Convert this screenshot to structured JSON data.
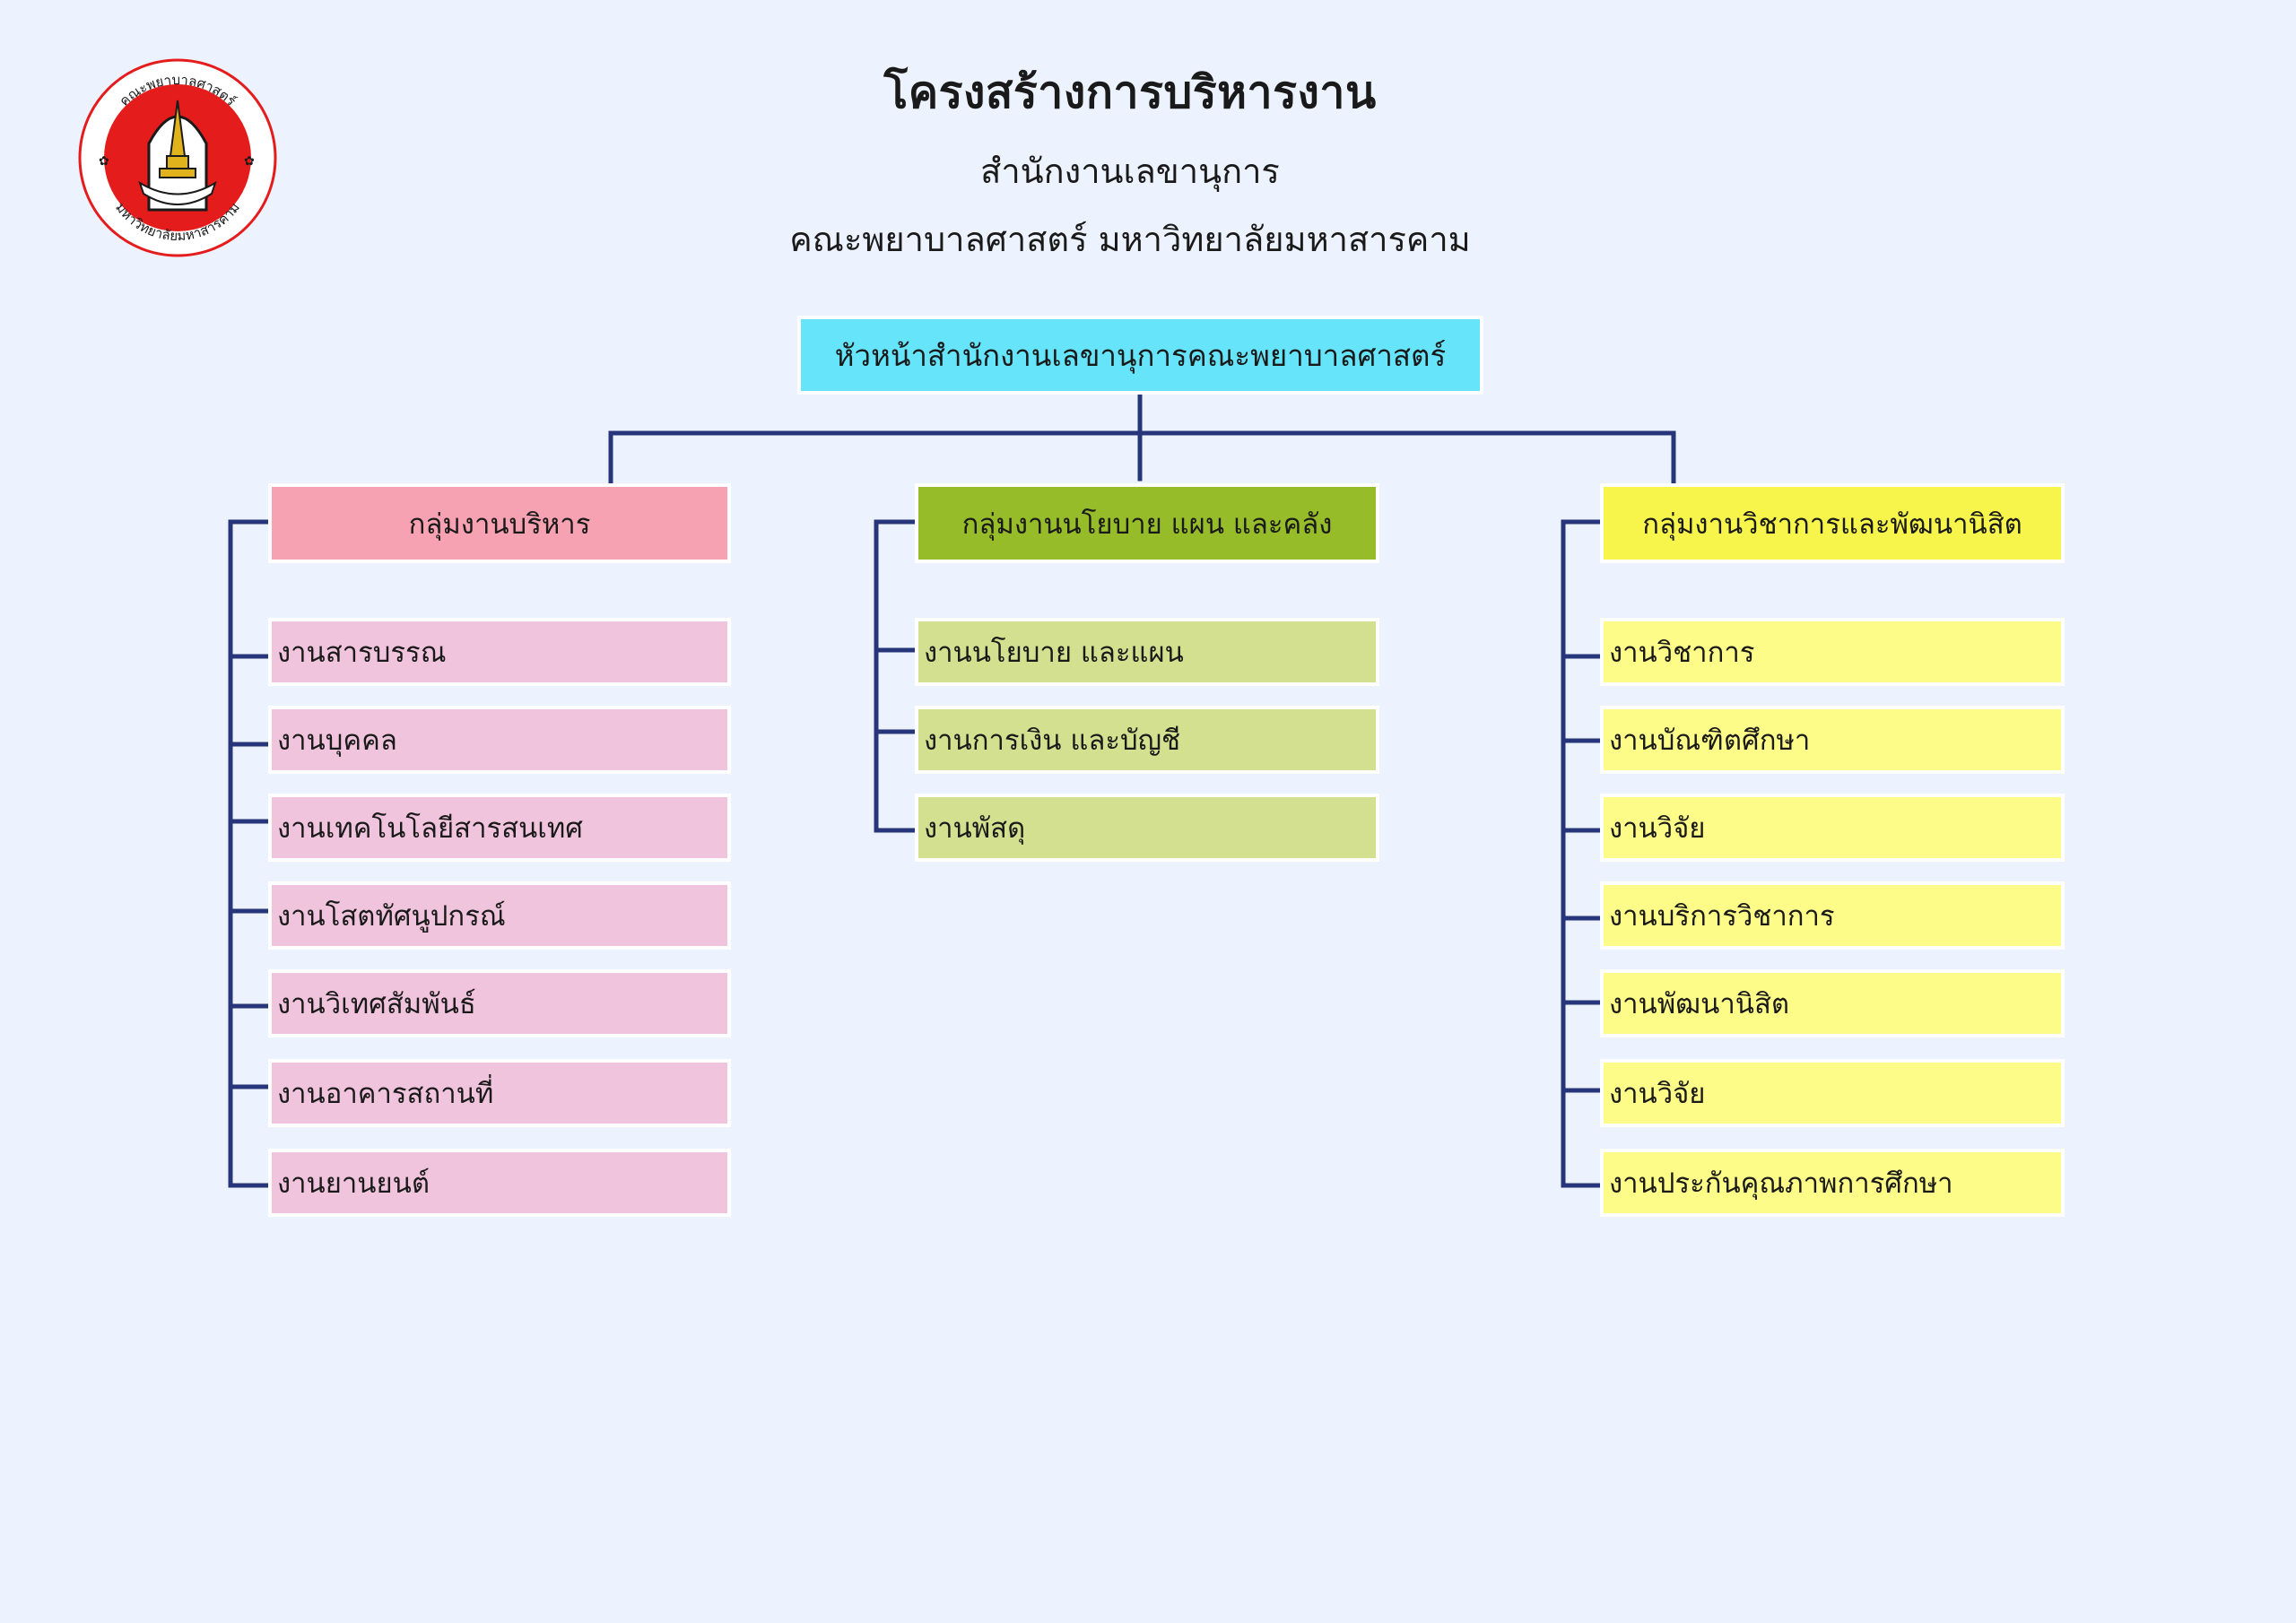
{
  "header": {
    "title": "โครงสร้างการบริหารงาน",
    "subtitle": "สำนักงานเลขานุการ",
    "subtitle2": "คณะพยาบาลศาสตร์ มหาวิทยาลัยมหาสารคาม"
  },
  "logo": {
    "top_text": "คณะพยาบาลศาสตร์",
    "bottom_text": "มหาวิทยาลัยมหาสารคาม",
    "colors": {
      "ring": "#e51c1c",
      "inner": "#ffffff",
      "pagoda": "#e0b21c"
    }
  },
  "chart": {
    "head": "หัวหน้าสำนักงานเลขานุการคณะพยาบาลศาสตร์",
    "line_color": "#27367a",
    "groups": [
      {
        "title": "กลุ่มงานบริหาร",
        "color": "#f7a2b2",
        "item_color": "#f1c4dd",
        "items": [
          "งานสารบรรณ",
          "งานบุคคล",
          "งานเทคโนโลยีสารสนเทศ",
          "งานโสตทัศนูปกรณ์",
          "งานวิเทศสัมพันธ์",
          "งานอาคารสถานที่",
          "งานยานยนต์"
        ]
      },
      {
        "title": "กลุ่มงานนโยบาย แผน และคลัง",
        "color": "#97bc2a",
        "item_color": "#d3e08f",
        "items": [
          "งานนโยบาย และแผน",
          "งานการเงิน และบัญชี",
          "งานพัสดุ"
        ]
      },
      {
        "title": "กลุ่มงานวิชาการและพัฒนานิสิต",
        "color": "#f7f54c",
        "item_color": "#fdfc88",
        "items": [
          "งานวิชาการ",
          "งานบัณฑิตศึกษา",
          "งานวิจัย",
          "งานบริการวิชาการ",
          "งานพัฒนานิสิต",
          "งานวิจัย",
          "งานประกันคุณภาพการศึกษา"
        ]
      }
    ]
  }
}
